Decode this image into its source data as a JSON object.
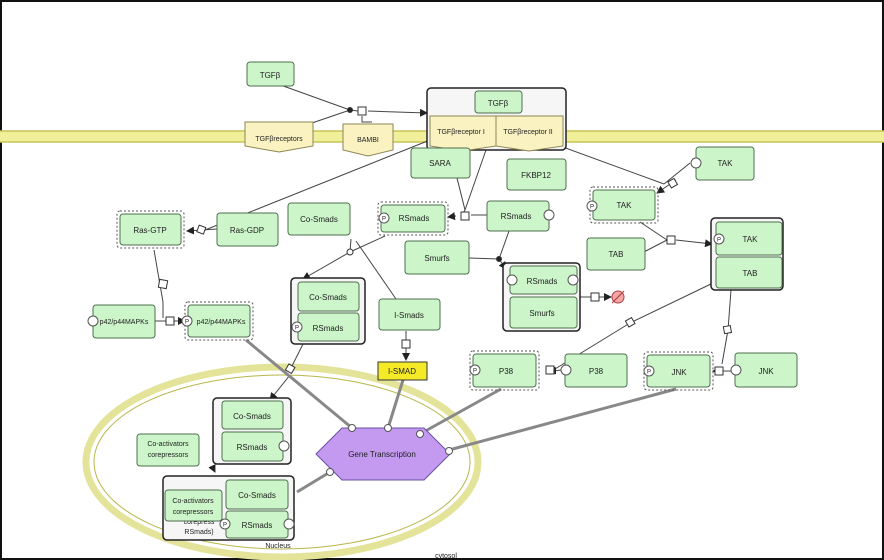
{
  "compartments": {
    "nucleus": "Nucleus",
    "cytosol": "cytosol"
  },
  "nodes": {
    "tgfb_ligand": "TGFβ",
    "tgfb_bound": "TGFβ",
    "tgfb_receptors": "TGFβreceptors",
    "bambi": "BAMBI",
    "receptor_1": "TGFβreceptor I",
    "receptor_2": "TGFβreceptor II",
    "sara": "SARA",
    "fkbp12": "FKBP12",
    "tak_free": "TAK",
    "tak_p": "TAK",
    "tak_complex": "TAK",
    "tab_free": "TAB",
    "tab_complex": "TAB",
    "ras_gtp": "Ras-GTP",
    "ras_gdp": "Ras-GDP",
    "co_smads_free": "Co-Smads",
    "rsmads_p": "RSmads",
    "rsmads_free": "RSmads",
    "smurfs_free": "Smurfs",
    "rsmads_smurfs_rsmads": "RSmads",
    "rsmads_smurfs_smurfs": "Smurfs",
    "complex_co_smads": "Co-Smads",
    "complex_rsmads": "RSmads",
    "i_smads": "I-Smads",
    "i_smad_gene": "I-SMAD",
    "mapk_free": "p42/p44MAPKs",
    "mapk_p": "p42/p44MAPKs",
    "p38_p": "P38",
    "p38_free": "P38",
    "jnk_p": "JNK",
    "jnk_free": "JNK",
    "gene_transcription": "Gene Transcription",
    "nuc_co_smads": "Co-Smads",
    "nuc_rsmads": "RSmads",
    "coactivators": "Co-activators corepressors",
    "nuc2_coactivators": "Co-activators corepressors",
    "nuc2_co_smads": "Co-Smads",
    "nuc2_rsmads": "RSmads",
    "nuc2_hidden": "corepress RSmads)"
  },
  "state_variable": "P",
  "colors": {
    "node_fill": "#ccf5c9",
    "node_stroke": "#4f6f4f",
    "membrane": "#f0ef9a",
    "membrane_edge": "#c9c355",
    "receptor_fill": "#faf2c0",
    "gene_fill": "#c39af0",
    "ismad_fill": "#f5ea28",
    "degradation": "#f6a6a6"
  }
}
